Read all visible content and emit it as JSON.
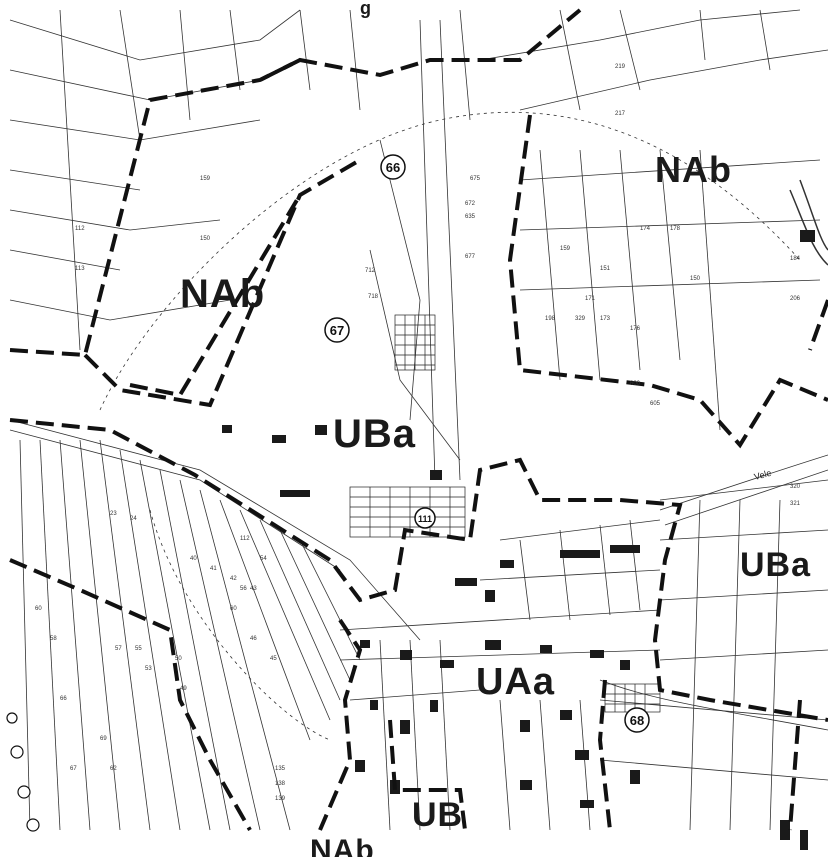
{
  "map": {
    "header_fragment": "g",
    "zones": [
      {
        "id": "nab-1",
        "label": "NAb"
      },
      {
        "id": "nab-2",
        "label": "NAb"
      },
      {
        "id": "uba-1",
        "label": "UBa"
      },
      {
        "id": "uba-2",
        "label": "UBa"
      },
      {
        "id": "uaa",
        "label": "UAa"
      },
      {
        "id": "ub",
        "label": "UB"
      },
      {
        "id": "nab-3",
        "label": "NAb"
      }
    ],
    "markers": [
      {
        "id": "66",
        "label": "66"
      },
      {
        "id": "67",
        "label": "67"
      },
      {
        "id": "111",
        "label": "111"
      },
      {
        "id": "68",
        "label": "68"
      }
    ],
    "street_label": "Vele",
    "parcel_numbers": [
      "219",
      "217",
      "675",
      "672",
      "635",
      "677",
      "112",
      "113",
      "712",
      "718",
      "159",
      "150",
      "600",
      "605",
      "320",
      "321",
      "23",
      "24",
      "40",
      "41",
      "42",
      "43",
      "60",
      "58",
      "57",
      "55",
      "53",
      "50",
      "49",
      "66",
      "69",
      "67",
      "62",
      "135",
      "138",
      "139",
      "184",
      "206",
      "329",
      "171",
      "173",
      "174",
      "178",
      "176",
      "159",
      "198",
      "151",
      "150",
      "112",
      "54",
      "56",
      "60",
      "46",
      "45"
    ]
  },
  "colors": {
    "background": "#ffffff",
    "lines": "#1a1a1a",
    "thin_lines": "#333333"
  }
}
